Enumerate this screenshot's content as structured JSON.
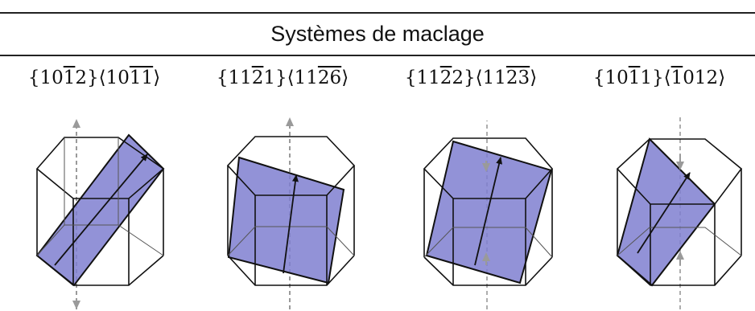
{
  "title": "Systèmes de maclage",
  "colors": {
    "plane_fill": "#7f7fd0",
    "edge": "#111111",
    "dashed_axis": "#9a9a9a"
  },
  "systems": [
    {
      "plane": [
        "1",
        "0",
        "1̄",
        "2"
      ],
      "direction": [
        "1",
        "0",
        "1̄",
        "1̄"
      ]
    },
    {
      "plane": [
        "1",
        "1",
        "2̄",
        "1"
      ],
      "direction": [
        "1",
        "1",
        "2̄",
        "6̄"
      ]
    },
    {
      "plane": [
        "1",
        "1",
        "2̄",
        "2"
      ],
      "direction": [
        "1",
        "1",
        "2̄",
        "3̄"
      ]
    },
    {
      "plane": [
        "1",
        "0",
        "1̄",
        "1"
      ],
      "direction": [
        "1̄",
        "0",
        "1",
        "2"
      ]
    }
  ]
}
